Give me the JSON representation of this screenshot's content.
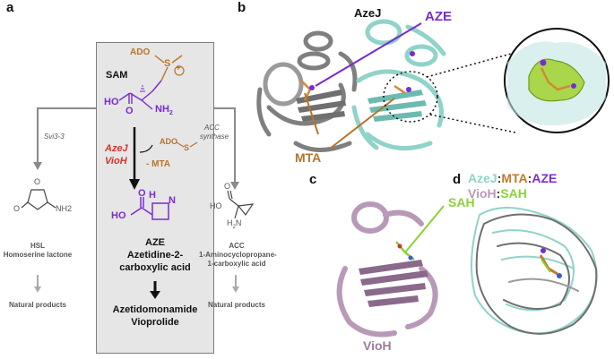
{
  "panels": {
    "a": "a",
    "b": "b",
    "c": "c",
    "d": "d"
  },
  "panel_a": {
    "sam_label": "SAM",
    "ado_top": "ADO",
    "s_atom": "S",
    "plus": "+",
    "ho": "HO",
    "o_atom": "O",
    "nh2": "NH",
    "nh2_sub": "2",
    "enzyme_1": "AzeJ",
    "enzyme_2": "VioH",
    "ado_side": "ADO",
    "s_side": "S",
    "mta": "- MTA",
    "aze_h": "H",
    "aze_n": "N",
    "aze_ho": "HO",
    "aze_o": "O",
    "aze_name": "AZE",
    "aze_full_1": "Azetidine-2-",
    "aze_full_2": "carboxylic acid",
    "products_1": "Azetidomonamide",
    "products_2": "Vioprolide",
    "left_enzyme": "Svi3-3",
    "hsl_o1": "O",
    "hsl_o2": "O",
    "hsl_nh2": "NH2",
    "hsl_name": "HSL",
    "hsl_full": "Homoserine lactone",
    "left_products": "Natural products",
    "right_enzyme_1": "ACC",
    "right_enzyme_2": "synthase",
    "acc_o": "O",
    "acc_ho": "HO",
    "acc_h2n": "H",
    "acc_h2n_sub": "2",
    "acc_h2n_n": "N",
    "acc_name": "ACC",
    "acc_full_1": "1-Aminocyclopropane-",
    "acc_full_2": "1-carboxylic acid",
    "right_products": "Natural products"
  },
  "panel_b": {
    "title": "AzeJ",
    "aze": "AZE",
    "mta": "MTA"
  },
  "panel_c": {
    "sah": "SAH",
    "vioh": "VioH"
  },
  "panel_d": {
    "line1": [
      {
        "t": "AzeJ",
        "c": "#8fd3c9"
      },
      {
        "t": ":",
        "c": "#333333"
      },
      {
        "t": "MTA",
        "c": "#c07a2a"
      },
      {
        "t": ":",
        "c": "#333333"
      },
      {
        "t": "AZE",
        "c": "#7a2bd0"
      }
    ],
    "line2": [
      {
        "t": "VioH",
        "c": "#b89ab8"
      },
      {
        "t": ":",
        "c": "#333333"
      },
      {
        "t": "SAH",
        "c": "#8bd23a"
      }
    ]
  },
  "colors": {
    "purple": "#7a2bd0",
    "brown": "#b8742a",
    "red": "#d2322d",
    "teal": "#8fd3c9",
    "mauve": "#b89ab8",
    "green": "#8bd23a"
  }
}
